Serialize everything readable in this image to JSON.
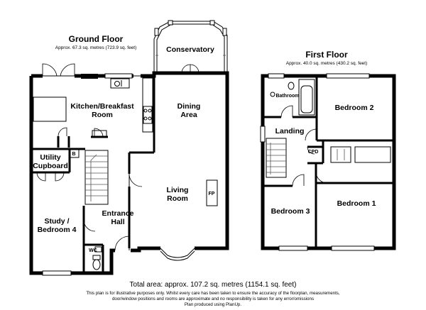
{
  "ground_floor": {
    "title": "Ground Floor",
    "area": "Approx. 67.3 sq. metres (723.9 sq. feet)",
    "rooms": {
      "kitchen_line1": "Kitchen/Breakfast",
      "kitchen_line2": "Room",
      "dining_line1": "Dining",
      "dining_line2": "Area",
      "conservatory": "Conservatory",
      "utility_line1": "Utility",
      "utility_line2": "Cupboard",
      "utility_marker": "B",
      "living_line1": "Living",
      "living_line2": "Room",
      "fireplace": "FP",
      "study_line1": "Study /",
      "study_line2": "Bedroom 4",
      "hall_line1": "Entrance",
      "hall_line2": "Hall",
      "wc": "WC"
    }
  },
  "first_floor": {
    "title": "First Floor",
    "area": "Approx. 40.0 sq. metres (430.2 sq. feet)",
    "rooms": {
      "bathroom": "Bathroom",
      "bedroom2": "Bedroom 2",
      "landing": "Landing",
      "cpd": "CPD",
      "bedroom3": "Bedroom 3",
      "bedroom1": "Bedroom 1"
    }
  },
  "footer": {
    "total": "Total area: approx. 107.2 sq. metres (1154.1 sq. feet)",
    "disclaimer_line1": "This plan is for illustrative purposes only. Whilst every care has been taken to ensure the accuracy of the floorplan, measurements,",
    "disclaimer_line2": "door/window positions and rooms are approximate and no responsibility is taken for any error/omissions",
    "disclaimer_line3": "Plan produced using PlanUp."
  }
}
